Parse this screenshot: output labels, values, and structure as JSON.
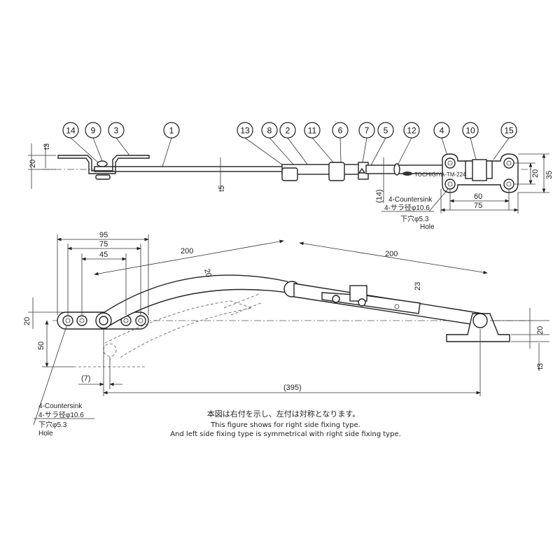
{
  "balloons": [
    "14",
    "9",
    "3",
    "1",
    "13",
    "8",
    "2",
    "11",
    "6",
    "7",
    "5",
    "12",
    "4",
    "10",
    "15"
  ],
  "top_view": {
    "dims": {
      "t3": "t3",
      "h20": "20",
      "t5": "t5",
      "p14": "(14)",
      "r20": "20",
      "r35": "35",
      "w60": "60",
      "w75": "75"
    },
    "marking": "TOCHIGIYA-TM-224",
    "hole_note": {
      "line1": "4-Countersink",
      "line2": "4-サラ径φ10.6",
      "line3": "下穴φ5.3",
      "line4": "Hole"
    }
  },
  "side_view": {
    "dims": {
      "d95": "95",
      "d75": "75",
      "d45": "45",
      "a200": "200",
      "b200": "200",
      "a20": "20",
      "d23": "23",
      "l20": "20",
      "l50": "50",
      "p7": "(7)",
      "p395": "(395)",
      "r20": "20",
      "t3": "t3"
    },
    "hole_note": {
      "line1": "4-Countersink",
      "line2": "4-サラ径φ10.6",
      "line3": "下穴φ5.3",
      "line4": "Hole"
    }
  },
  "notes": {
    "jp": "本図は右付を示し、左付は対称となります。",
    "en1": "This figure shows for right side fixing type.",
    "en2": "And left side fixing type is symmetrical with right side fixing type."
  }
}
